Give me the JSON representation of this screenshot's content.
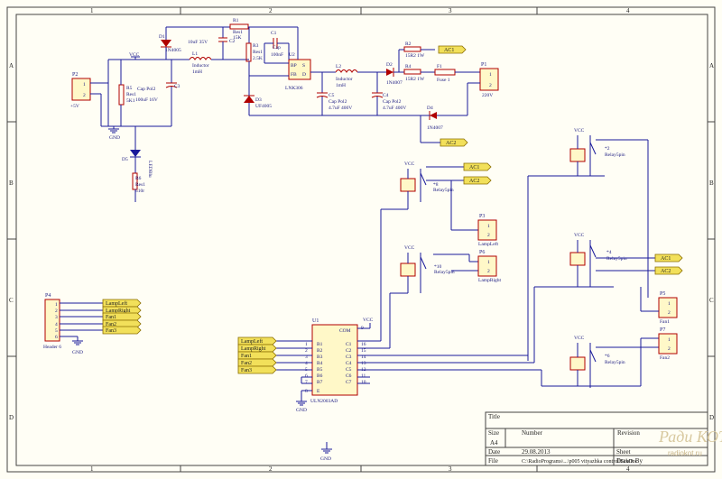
{
  "frame": {
    "cols": [
      "1",
      "2",
      "3",
      "4"
    ],
    "rows": [
      "A",
      "B",
      "C",
      "D"
    ]
  },
  "title_block": {
    "title_label": "Title",
    "size_label": "Size",
    "size_value": "A4",
    "number_label": "Number",
    "revision_label": "Revision",
    "date_label": "Date",
    "date_value": "29.08.2013",
    "sheet_label": "Sheet",
    "file_label": "File",
    "file_value": "C:\\RadioPrograms\\...\\p005 vityazhka control\\SchDoc",
    "drawn_label": "Drawn By"
  },
  "watermark": "radiokot.ru",
  "components": {
    "p2": {
      "ref": "P2",
      "pins": [
        "1",
        "2"
      ],
      "note": "+5V"
    },
    "p4": {
      "ref": "P4",
      "name": "Header 6",
      "pins": [
        "1",
        "2",
        "3",
        "4",
        "5",
        "6"
      ]
    },
    "p1": {
      "ref": "P1",
      "pins": [
        "1",
        "2"
      ],
      "note": "220V"
    },
    "p3": {
      "ref": "P3",
      "pins": [
        "1",
        "2"
      ],
      "name": "LampLeft"
    },
    "p6": {
      "ref": "P6",
      "pins": [
        "1",
        "2"
      ],
      "name": "LampRight"
    },
    "p5": {
      "ref": "P5",
      "pins": [
        "1",
        "2"
      ],
      "name": "Fan1"
    },
    "p7": {
      "ref": "P7",
      "pins": [
        "1",
        "2"
      ],
      "name": "Fan2"
    },
    "d1": {
      "ref": "D1",
      "value": "1N4005"
    },
    "d2": {
      "ref": "D2",
      "value": "1N4007"
    },
    "d3": {
      "ref": "D3",
      "value": "UF4005"
    },
    "d4": {
      "ref": "D4",
      "value": "1N4007"
    },
    "d5": {
      "ref": "D5",
      "value": "LEDBlu"
    },
    "r1": {
      "ref": "R1",
      "value": "Res1",
      "val2": "15K"
    },
    "r2": {
      "ref": "R2",
      "value": "15R2 1W"
    },
    "r3": {
      "ref": "R3",
      "value": "Res1",
      "val2": "2.5K"
    },
    "r4": {
      "ref": "R4",
      "value": "15R2 1W"
    },
    "r5": {
      "ref": "R5",
      "value": "Res1",
      "val2": "5K1"
    },
    "r6": {
      "ref": "R6",
      "value": "Res1",
      "val2": "510r"
    },
    "c1": {
      "ref": "C1",
      "value": "Cap",
      "val2": "100nF"
    },
    "c2": {
      "ref": "C2",
      "value": "10uF 35V"
    },
    "c3": {
      "ref": "C3",
      "value": "Cap Pol2",
      "val2": "100uF 16V"
    },
    "c4": {
      "ref": "C4",
      "value": "Cap Pol2",
      "val2": "4.7uF 400V"
    },
    "c5": {
      "ref": "C5",
      "value": "Cap Pol2",
      "val2": "4.7uF 400V"
    },
    "l1": {
      "ref": "L1",
      "value": "Inductor",
      "val2": "1mH"
    },
    "l2": {
      "ref": "L2",
      "value": "Inductor",
      "val2": "1mH"
    },
    "f1": {
      "ref": "F1",
      "value": "Fuse 1"
    },
    "u2": {
      "ref": "U2",
      "value": "LNK306",
      "pins": [
        "BP",
        "S",
        "D",
        "FB"
      ]
    },
    "u1": {
      "ref": "U1",
      "value": "ULN2003AD",
      "com": "COM",
      "in_pins": [
        "B1",
        "B2",
        "B3",
        "B4",
        "B5",
        "B6",
        "B7",
        "E"
      ],
      "out_pins": [
        "C1",
        "C2",
        "C3",
        "C4",
        "C5",
        "C6",
        "C7"
      ],
      "left_nums": [
        "1",
        "2",
        "3",
        "4",
        "5",
        "6",
        "7",
        "8"
      ],
      "right_nums": [
        "9",
        "16",
        "15",
        "14",
        "13",
        "12",
        "11",
        "10"
      ]
    },
    "relays": [
      {
        "ref": "*2",
        "value": "Relay5pin"
      },
      {
        "ref": "*8",
        "value": "Relay5pin"
      },
      {
        "ref": "*4",
        "value": "Relay5pin"
      },
      {
        "ref": "*10",
        "value": "Relay5pin"
      },
      {
        "ref": "*6",
        "value": "Relay5pin"
      }
    ]
  },
  "nets": {
    "vcc": "VCC",
    "gnd": "GND",
    "ac1": "AC1",
    "ac2": "AC2",
    "p4_ports": [
      "LampLeft",
      "LampRight",
      "Fan1",
      "Fan2",
      "Fan3"
    ],
    "u1_ports": [
      "LampLeft",
      "LampRight",
      "Fan1",
      "Fan2",
      "Fan3"
    ]
  }
}
